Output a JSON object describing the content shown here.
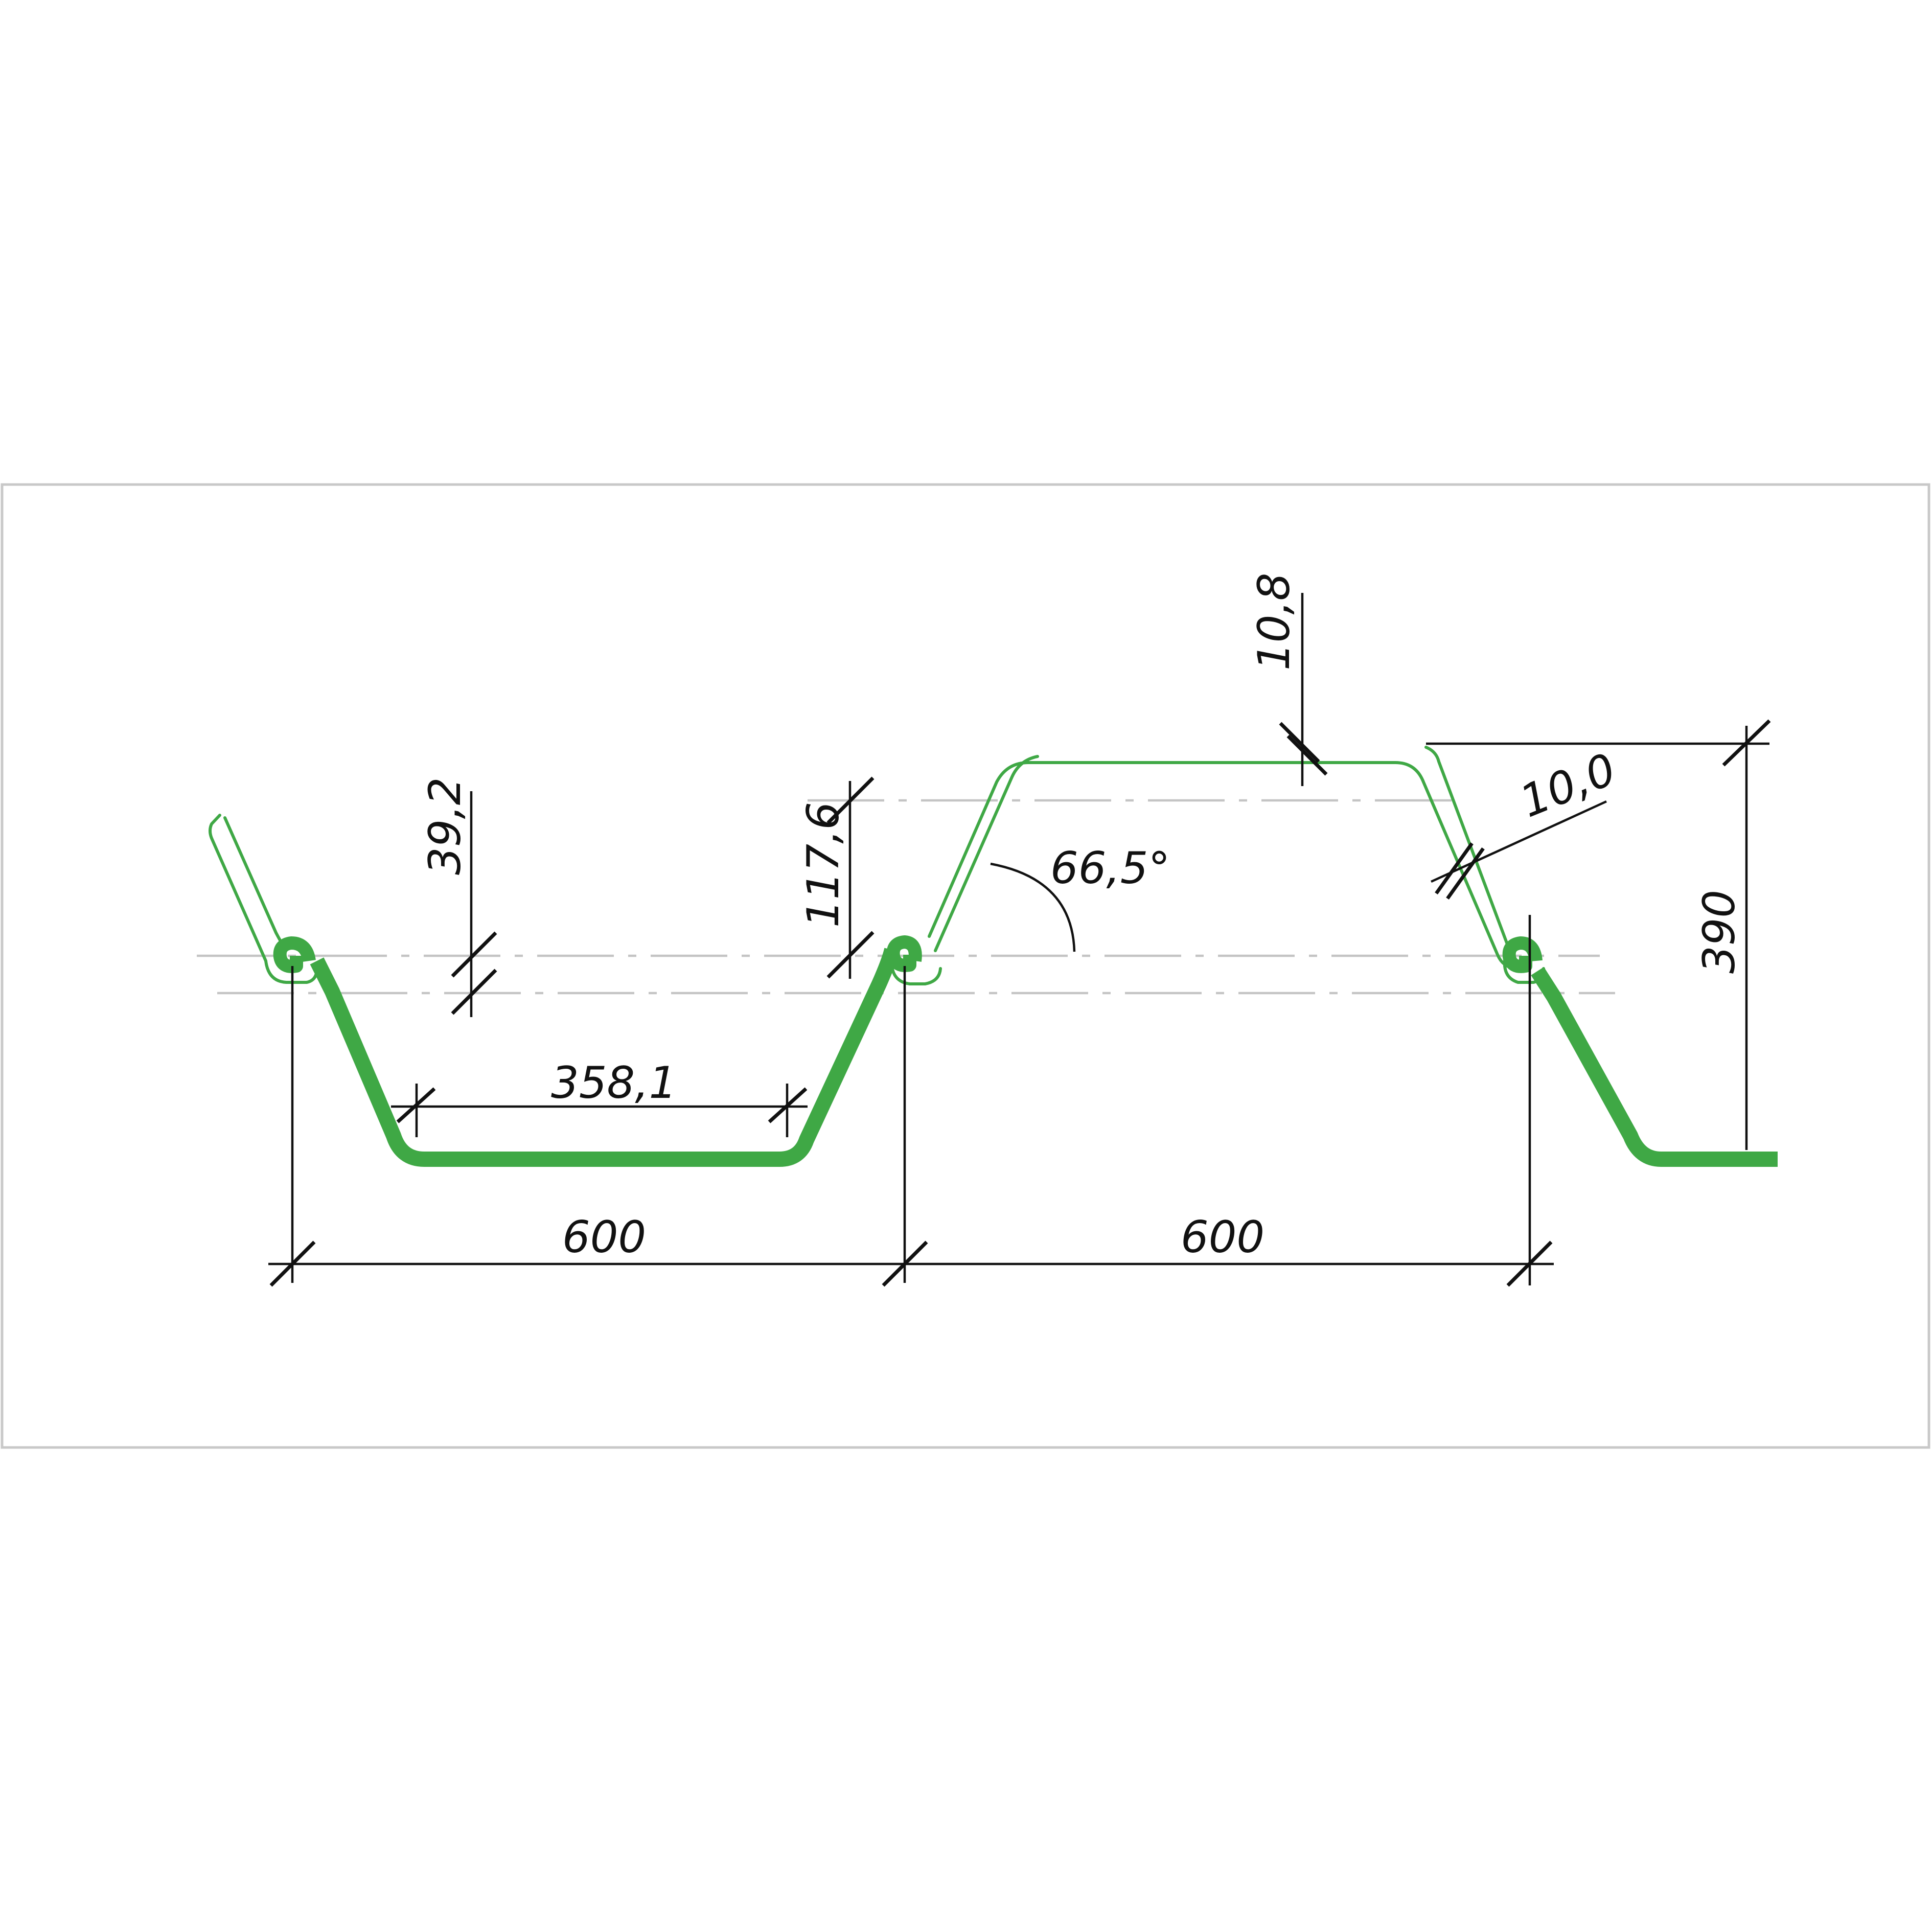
{
  "colors": {
    "profile": "#3fa845",
    "dimension": "#111111",
    "axis": "#c4c4c4",
    "frame": "#c8c8c8"
  },
  "dimensions": {
    "pitch_left": "600",
    "pitch_right": "600",
    "flange_width": "358,1",
    "depth": "390",
    "lock_offset": "39,2",
    "interlock_height": "117,6",
    "flange_thickness": "10,8",
    "web_thickness": "10,0",
    "web_angle": "66,5°"
  }
}
